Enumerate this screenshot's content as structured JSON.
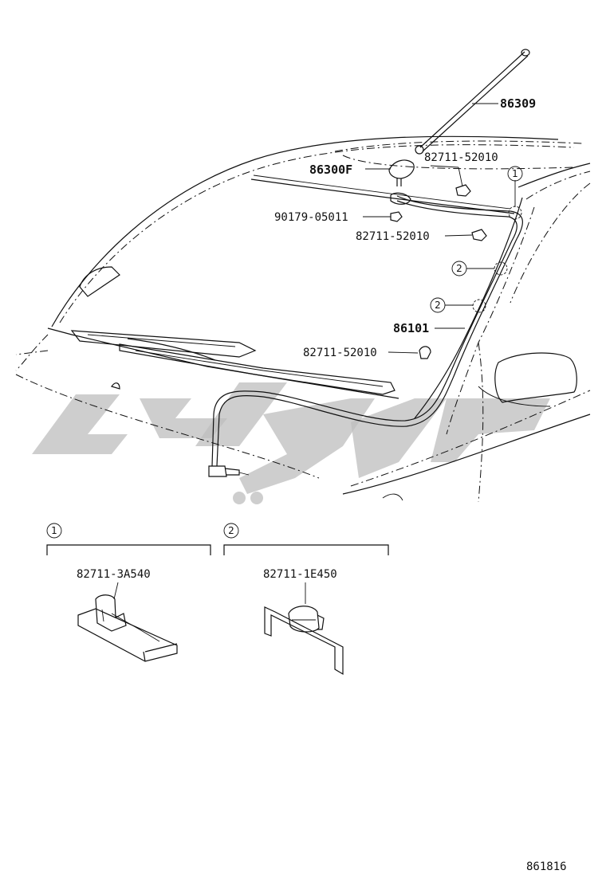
{
  "diagram_id": "861816",
  "parts": {
    "antenna_rod": "86309",
    "antenna_base": "86300F",
    "clip_upper_right": "82711-52010",
    "nut": "90179-05011",
    "clip_mid": "82711-52010",
    "cord": "86101",
    "clip_lower": "82711-52010"
  },
  "callouts": {
    "c1": "1",
    "c2a": "2",
    "c2b": "2"
  },
  "details": [
    {
      "marker": "1",
      "part": "82711-3A540"
    },
    {
      "marker": "2",
      "part": "82711-1E450"
    }
  ]
}
